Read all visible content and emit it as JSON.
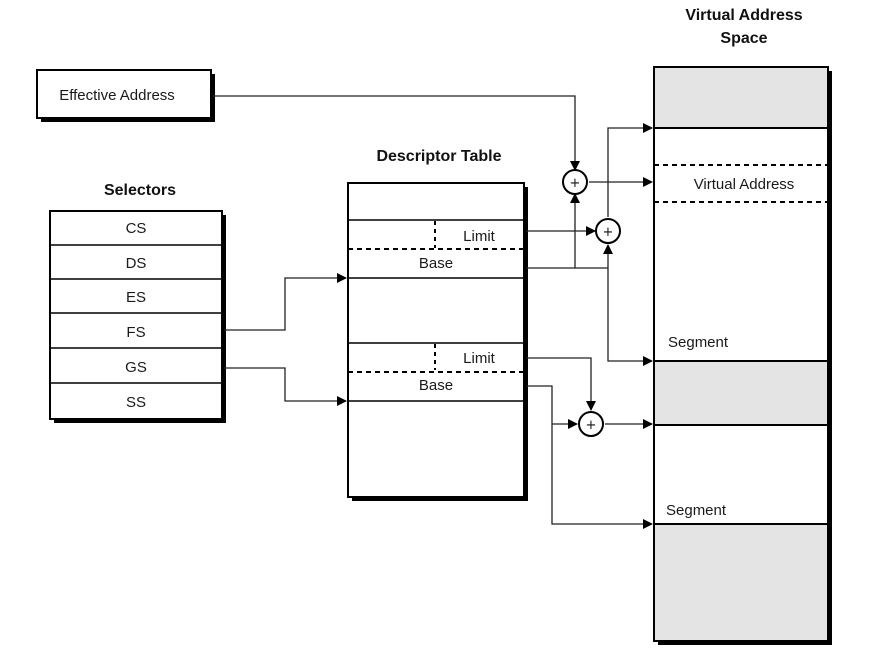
{
  "diagram": {
    "effective_address": {
      "label": "Effective Address"
    },
    "selectors": {
      "title": "Selectors",
      "rows": [
        "CS",
        "DS",
        "ES",
        "FS",
        "GS",
        "SS"
      ]
    },
    "descriptor_table": {
      "title": "Descriptor Table",
      "entries": [
        {
          "limit_label": "Limit",
          "base_label": "Base"
        },
        {
          "limit_label": "Limit",
          "base_label": "Base"
        }
      ]
    },
    "virtual_address_space": {
      "title_line1": "Virtual Address",
      "title_line2": "Space",
      "virtual_address_label": "Virtual Address",
      "segment_labels": [
        "Segment",
        "Segment"
      ]
    },
    "adders": [
      "+",
      "+",
      "+"
    ],
    "colors": {
      "shaded_region": "#e4e4e4",
      "stroke": "#000000"
    }
  }
}
